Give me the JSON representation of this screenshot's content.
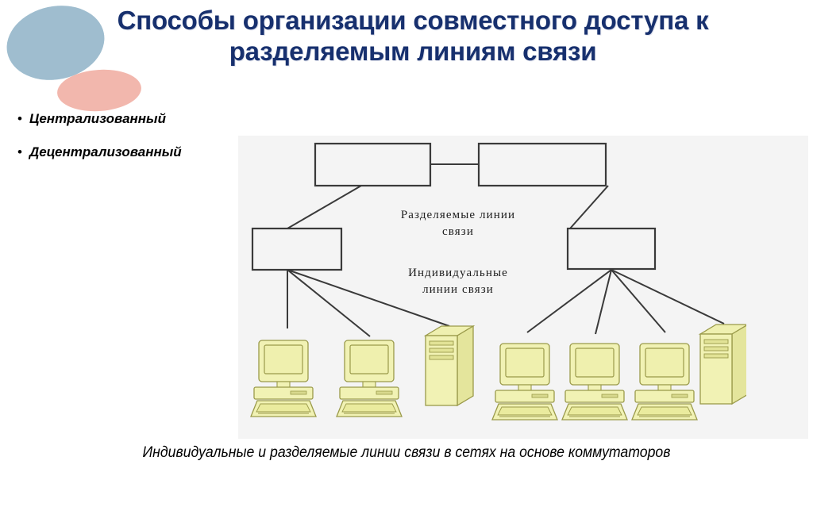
{
  "slide": {
    "title": "Способы организации совместного доступа к разделяемым линиям связи",
    "caption": "Индивидуальные и разделяемые линии связи в сетях на основе коммутаторов",
    "title_color": "#17306e",
    "background_color": "#ffffff"
  },
  "decoration": {
    "ellipse_blue_color": "#b7d5e4",
    "ellipse_pink_color": "#f2b7ad"
  },
  "bullets": {
    "marker": "•",
    "items": [
      {
        "label": "Централизованный"
      },
      {
        "label": "Децентрализованный"
      }
    ]
  },
  "diagram": {
    "panel_background": "#f4f4f4",
    "line_color": "#3a3a3a",
    "box_fill": "#f4f4f4",
    "device_fill": "#f1f2b4",
    "device_stroke": "#9a9a4a",
    "labels": [
      {
        "name": "shared-lines-label",
        "line1": "Разделяемые линии",
        "line2": "связи"
      },
      {
        "name": "individual-lines-label",
        "line1": "Индивидуальные",
        "line2": "линии связи"
      }
    ],
    "switches": [
      {
        "name": "switch-top-left"
      },
      {
        "name": "switch-top-right"
      },
      {
        "name": "switch-mid-left"
      },
      {
        "name": "switch-mid-right"
      }
    ],
    "devices_left": [
      "pc",
      "pc",
      "server-tower"
    ],
    "devices_right": [
      "pc",
      "pc",
      "pc",
      "server-tower"
    ]
  }
}
